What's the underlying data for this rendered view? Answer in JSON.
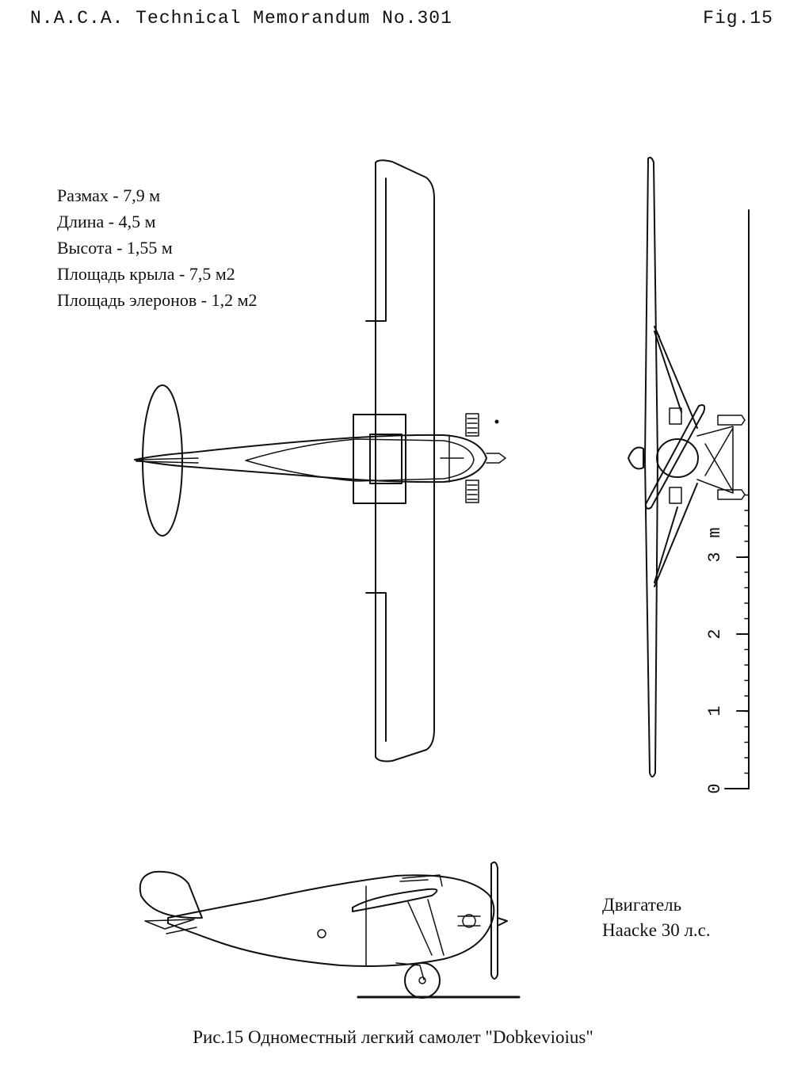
{
  "header": {
    "memo": "N.A.C.A. Technical Memorandum No.301",
    "fig": "Fig.15"
  },
  "specs": [
    "Размах - 7,9 м",
    "Длина - 4,5 м",
    "Высота - 1,55 м",
    "Площадь крыла - 7,5 м2",
    "Площадь элеронов - 1,2 м2"
  ],
  "engine": {
    "line1": "Двигатель",
    "line2": "Haacke 30 л.с."
  },
  "scale": {
    "unit": "m",
    "ticks": [
      "0",
      "1",
      "2",
      "3"
    ]
  },
  "caption": "Рис.15 Одноместный легкий самолет \"Dobkevioius\""
}
